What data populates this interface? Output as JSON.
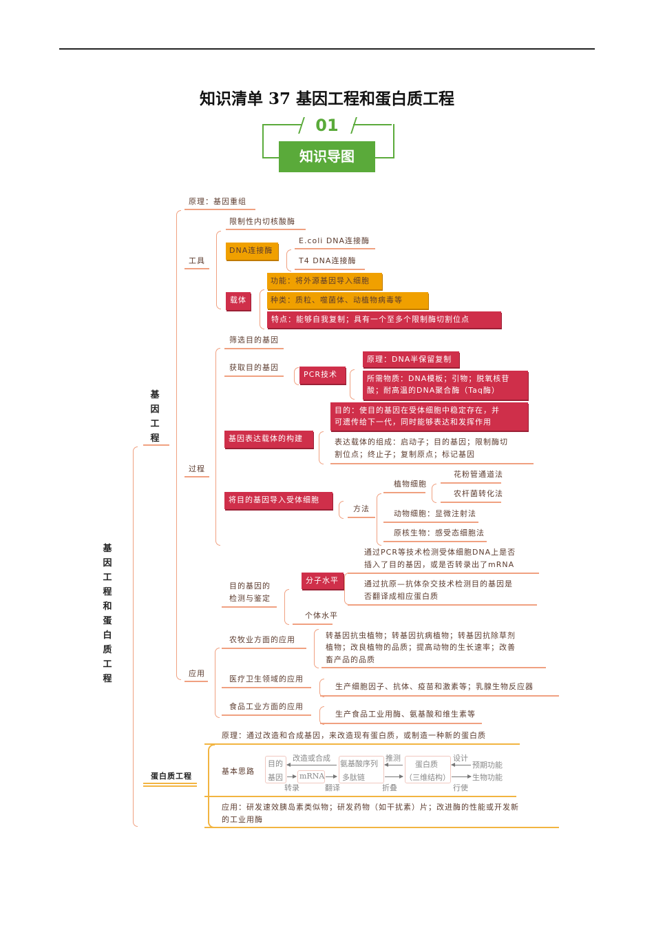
{
  "title": "知识清单 37 基因工程和蛋白质工程",
  "badge": {
    "number": "01",
    "label": "知识导图"
  },
  "colors": {
    "red": "#cf2f4a",
    "orange": "#f0a000",
    "line": "#f0a080",
    "green": "#5aaa3a"
  },
  "root": "基因工程和蛋白质工程",
  "gene": {
    "label": "基因工程",
    "principle": "原理：基因重组",
    "tools": {
      "label": "工具",
      "enzyme": "限制性内切核酸酶",
      "ligase": "DNA连接酶",
      "ligase_types": [
        "E.coli DNA连接酶",
        "T4  DNA连接酶"
      ],
      "vector": "载体",
      "vector_items": [
        "功能：将外源基因导入细胞",
        "种类：质粒、噬菌体、动植物病毒等",
        "特点：能够自我复制；具有一个至多个限制酶切割位点"
      ]
    },
    "process": {
      "label": "过程",
      "screen": "筛选目的基因",
      "obtain": "获取目的基因",
      "pcr": "PCR技术",
      "pcr_principle": "原理：DNA半保留复制",
      "pcr_materials": [
        "所需物质：DNA模板；引物；脱氧核苷",
        "酸；耐高温的DNA聚合酶（Taq酶）"
      ],
      "construct": "基因表达载体的构建",
      "construct_purpose": [
        "目的：使目的基因在受体细胞中稳定存在，并",
        "可遗传给下一代，同时能够表达和发挥作用"
      ],
      "construct_composition": [
        "表达载体的组成：启动子；目的基因；限制酶切",
        "割位点；终止子；复制原点；标记基因"
      ],
      "introduce": "将目的基因导入受体细胞",
      "method": "方法",
      "plant": "植物细胞",
      "plant_methods": [
        "花粉管通道法",
        "农杆菌转化法"
      ],
      "animal": "动物细胞：显微注射法",
      "prokaryote": "原核生物：感受态细胞法",
      "detect": [
        "目的基因的",
        "检测与鉴定"
      ],
      "molecular": "分子水平",
      "molecular_items": [
        [
          "通过PCR等技术检测受体细胞DNA上是否",
          "插入了目的基因，或是否转录出了mRNA"
        ],
        [
          "通过抗原—抗体杂交技术检测目的基因是",
          "否翻译成相应蛋白质"
        ]
      ],
      "individual": "个体水平"
    },
    "application": {
      "label": "应用",
      "agri": "农牧业方面的应用",
      "agri_text": [
        "转基因抗虫植物；转基因抗病植物；转基因抗除草剂",
        "植物；改良植物的品质；提高动物的生长速率；改善",
        "畜产品的品质"
      ],
      "medical": "医疗卫生领域的应用",
      "medical_text": "生产细胞因子、抗体、疫苗和激素等；乳腺生物反应器",
      "food": "食品工业方面的应用",
      "food_text": "生产食品工业用酶、氨基酸和维生素等"
    }
  },
  "protein": {
    "label": "蛋白质工程",
    "principle": "原理：通过改造和合成基因，来改造现有蛋白质，或制造一种新的蛋白质",
    "idea_label": "基本思路",
    "flow": {
      "gene": [
        "目的",
        "基因"
      ],
      "mrna": "mRNA",
      "aa": [
        "氨基酸序列",
        "多肽链"
      ],
      "prot": [
        "蛋白质",
        "（三维结构）"
      ],
      "modify": "改造或合成",
      "infer": "推测",
      "design": "设计",
      "expected": "预期功能",
      "bio": "生物功能",
      "transcribe": "转录",
      "translate": "翻译",
      "fold": "折叠",
      "perform": "行使"
    },
    "application": [
      "应用：研发速效胰岛素类似物；研发药物（如干扰素）片；改进酶的性能或开发新",
      "的工业用酶"
    ]
  }
}
